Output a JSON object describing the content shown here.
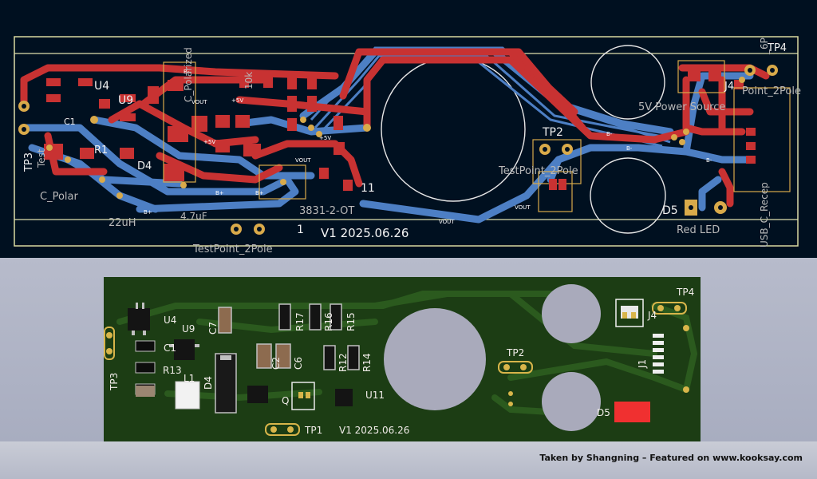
{
  "layout_view": {
    "designators": {
      "tp3": "TP3",
      "u4": "U4",
      "u9": "U9",
      "c1": "C1",
      "r1": "R1",
      "d4": "D4",
      "tp2": "TP2",
      "tp4": "TP4",
      "j4": "J4",
      "d5": "D5",
      "u11": "11",
      "tp1": "1"
    },
    "fab_text": {
      "c_polarized_1": "C_Polar",
      "c_polarized_2": "C_Polarized",
      "r10k": "10k",
      "tp_2pole_left": "TestPoint_2Pole",
      "tp_2pole_mid": "TestPoint_2Pole",
      "tp_2pole_right": "Point_2Pole",
      "inductor": "22uH",
      "power_source": "5V Power Source",
      "red_led": "Red LED",
      "usb_c": "USB_C_Recep",
      "usb_6p": "_6P",
      "part_u11": "3831-2-OT",
      "testpoint_left": "Test",
      "capval": "4.7uF"
    },
    "net_labels": {
      "b_minus": "B-",
      "b_plus": "B+",
      "vout": "VOUT",
      "plus5v": "+5V"
    },
    "version_text": "V1 2025.06.26"
  },
  "render_view": {
    "designators": {
      "u4": "U4",
      "u9": "U9",
      "c7": "C7",
      "c1": "C1",
      "r13": "R13",
      "l1": "L1",
      "d4": "D4",
      "tp3": "TP3",
      "c2": "C2",
      "c6": "C6",
      "r17": "R17",
      "r16": "R16",
      "r15": "R15",
      "r12": "R12",
      "r14": "R14",
      "q": "Q",
      "u11": "U11",
      "tp2": "TP2",
      "tp4": "TP4",
      "j4": "J4",
      "j1": "J1",
      "d5": "D5",
      "tp1": "TP1"
    },
    "version_text": "V1  2025.06.26"
  },
  "caption": "Taken by Shangning – Featured on www.kooksay.com",
  "colors": {
    "layout_bg": "#001020",
    "front_copper": "#c83232",
    "back_copper": "#4d7fc4",
    "board_green": "#1c3d14",
    "silkscreen": "#f2edea",
    "pad_gold": "#d8b54a",
    "led_red": "#ff2f2f",
    "cutout_gray": "#a9aabb"
  }
}
